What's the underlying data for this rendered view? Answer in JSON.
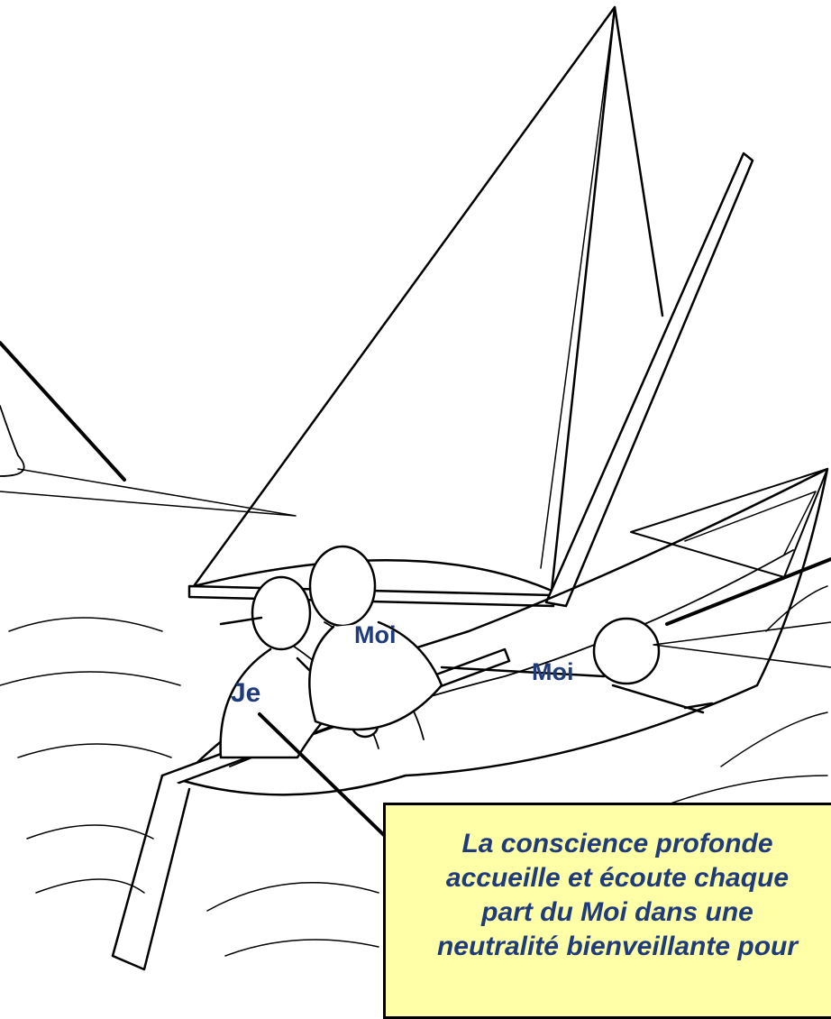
{
  "labels": {
    "moi_left": "Moi",
    "moi_right": "Moi",
    "je": "Je"
  },
  "caption": {
    "lines": [
      "La conscience profonde",
      "accueille et écoute chaque",
      "part du Moi dans une",
      "neutralité bienveillante pour"
    ]
  },
  "colors": {
    "label_text": "#1f3b7a",
    "caption_background": "#ffffa8",
    "line_art": "#000000"
  }
}
